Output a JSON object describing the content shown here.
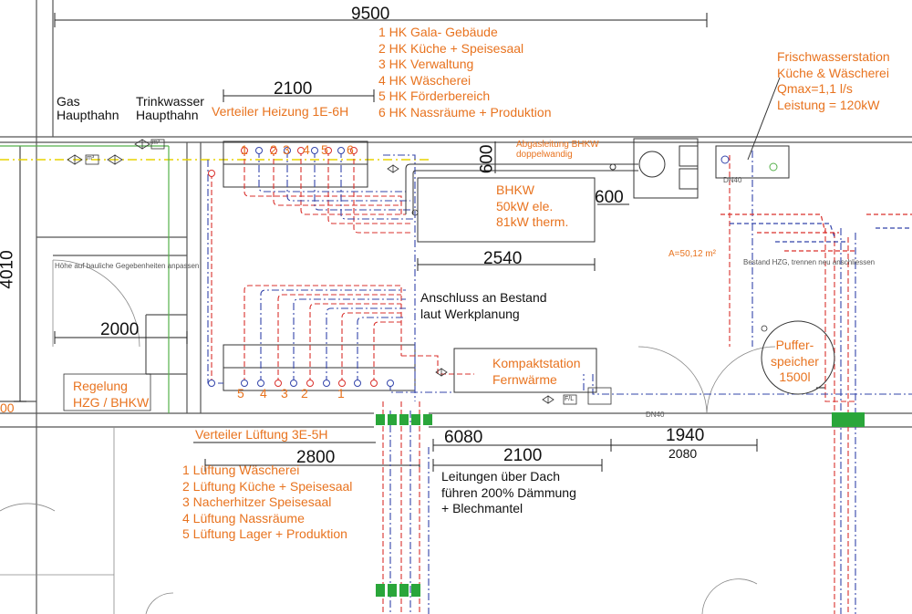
{
  "dimensions": {
    "top_width": "9500",
    "heating_distributor_width": "2100",
    "left_height": "4010",
    "left_wall_section": "2000",
    "bhkw_exhaust": "600",
    "bhkw_side": "600",
    "bhkw_length": "2540",
    "ventilation_width": "2800",
    "total_width": "6080",
    "station_width": "2100",
    "right_section": "1940",
    "right_section_below": "2080",
    "left_edge_fragment": "00"
  },
  "labels": {
    "gas_main": [
      "Gas",
      "Haupthahn"
    ],
    "water_main": [
      "Trinkwasser",
      "Haupthahn"
    ],
    "heating_distributor": "Verteiler Heizung 1E-6H",
    "heating_circuits": [
      "1 HK Gala- Gebäude",
      "2 HK Küche + Speisesaal",
      "3 HK Verwaltung",
      "4 HK Wäscherei",
      "5 HK Förderbereich",
      "6 HK Nassräume + Produktion"
    ],
    "fresh_water_station": [
      "Frischwasserstation",
      "Küche & Wäscherei",
      "Qmax=1,1 l/s",
      "Leistung = 120kW"
    ],
    "exhaust_line": [
      "Abgasleitung BHKW",
      "doppelwandig"
    ],
    "bhkw": [
      "BHKW",
      "50kW ele.",
      "81kW therm."
    ],
    "connection_existing": [
      "Anschluss an Bestand",
      "laut Werkplanung"
    ],
    "area": "A=50,12 m²",
    "existing_note": "Bestand HZG, trennen neu anschliessen",
    "height_note": "Höhe auf bauliche Gegebenheiten anpassen",
    "compact_station": [
      "Kompaktstation",
      "Fernwärme"
    ],
    "buffer_tank": [
      "Puffer-",
      "speicher",
      "1500l"
    ],
    "control": [
      "Regelung",
      "HZG / BHKW"
    ],
    "ventilation_distributor": "Verteiler Lüftung 3E-5H",
    "ventilation_circuits": [
      "1 Lüftung Wäscherei",
      "2 Lüftung Küche + Speisesaal",
      "3 Nacherhitzer Speisesaal",
      "4 Lüftung Nassräume",
      "5 Lüftung Lager + Produktion"
    ],
    "roof_lines": [
      "Leitungen über Dach",
      "führen 200% Dämmung",
      "+ Blechmantel"
    ],
    "dn_upper": "DN40",
    "dn_lower": "DN40",
    "meter_tag": "m³",
    "fl_tag": "F/L"
  },
  "distributor_top_numbers": [
    "1",
    "2",
    "3",
    "4",
    "5",
    "6"
  ],
  "distributor_bottom_numbers": [
    "5",
    "4",
    "3",
    "2",
    "1"
  ],
  "colors": {
    "orange_text": "#e8731f",
    "supply_red": "#d9302c",
    "return_blue": "#3344aa",
    "gas_yellow": "#e8d400",
    "water_green": "#55b04a",
    "marker_green": "#2aa63a"
  }
}
